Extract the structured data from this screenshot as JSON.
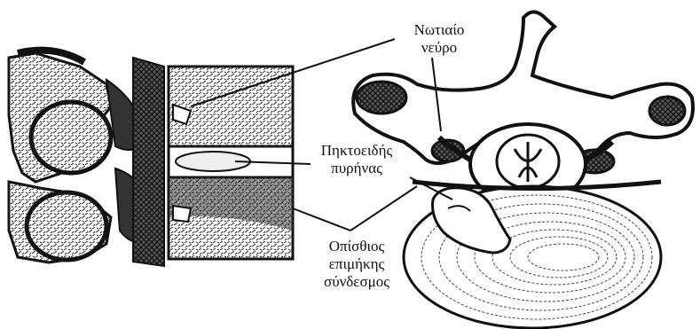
{
  "labels": {
    "nerve_line1": "Νωτιαίο",
    "nerve_line2": "νεύρο",
    "nucleus_line1": "Πηκτοειδής",
    "nucleus_line2": "πυρήνας",
    "ligament_line1": "Οπίσθιος",
    "ligament_line2": "επιμήκης",
    "ligament_line3": "σύνδεσμος"
  },
  "colors": {
    "ink": "#111111",
    "paper": "#ffffff",
    "shade": "#2a2a2a"
  }
}
